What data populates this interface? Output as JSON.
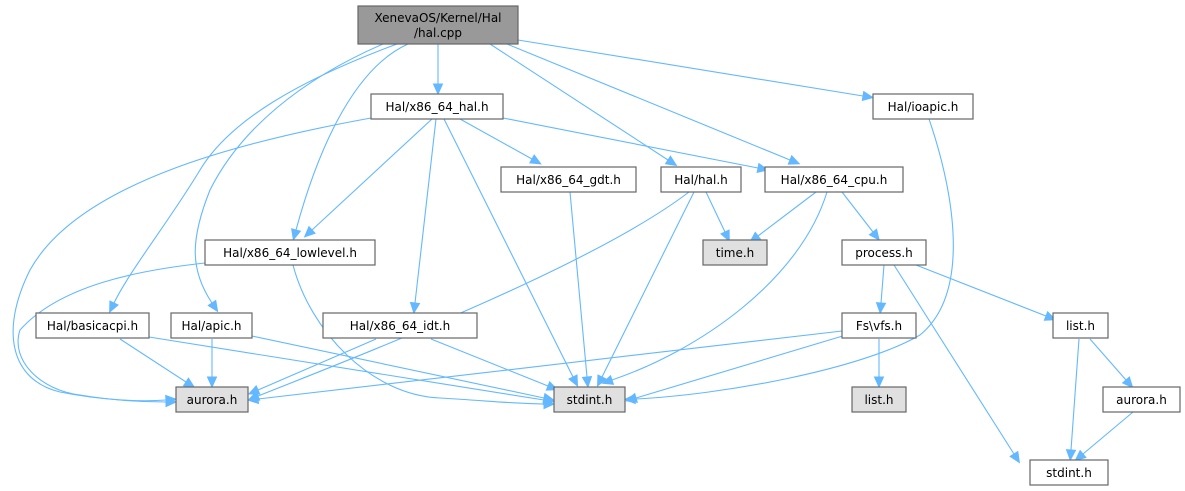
{
  "diagram": {
    "title": "Include dependency graph for XenevaOS/Kernel/Hal/hal.cpp",
    "colors": {
      "root_fill": "#999999",
      "node_fill": "#ffffff",
      "external_fill": "#e0e0e0",
      "border": "#666666",
      "edge": "#63b8ff"
    },
    "nodes": [
      {
        "id": "root",
        "lines": [
          "XenevaOS/Kernel/Hal",
          "/hal.cpp"
        ],
        "kind": "root"
      },
      {
        "id": "x86_64_hal",
        "lines": [
          "Hal/x86_64_hal.h"
        ],
        "kind": "normal"
      },
      {
        "id": "ioapic",
        "lines": [
          "Hal/ioapic.h"
        ],
        "kind": "normal"
      },
      {
        "id": "x86_64_gdt",
        "lines": [
          "Hal/x86_64_gdt.h"
        ],
        "kind": "normal"
      },
      {
        "id": "hal_h",
        "lines": [
          "Hal/hal.h"
        ],
        "kind": "normal"
      },
      {
        "id": "x86_64_cpu",
        "lines": [
          "Hal/x86_64_cpu.h"
        ],
        "kind": "normal"
      },
      {
        "id": "lowlevel",
        "lines": [
          "Hal/x86_64_lowlevel.h"
        ],
        "kind": "normal"
      },
      {
        "id": "time",
        "lines": [
          "time.h"
        ],
        "kind": "external"
      },
      {
        "id": "process",
        "lines": [
          "process.h"
        ],
        "kind": "normal"
      },
      {
        "id": "basicacpi",
        "lines": [
          "Hal/basicacpi.h"
        ],
        "kind": "normal"
      },
      {
        "id": "apic",
        "lines": [
          "Hal/apic.h"
        ],
        "kind": "normal"
      },
      {
        "id": "idt",
        "lines": [
          "Hal/x86_64_idt.h"
        ],
        "kind": "normal"
      },
      {
        "id": "vfs",
        "lines": [
          "Fs\\vfs.h"
        ],
        "kind": "normal"
      },
      {
        "id": "list_r",
        "lines": [
          "list.h"
        ],
        "kind": "normal"
      },
      {
        "id": "aurora_l",
        "lines": [
          "aurora.h"
        ],
        "kind": "external"
      },
      {
        "id": "stdint_m",
        "lines": [
          "stdint.h"
        ],
        "kind": "external"
      },
      {
        "id": "list_g",
        "lines": [
          "list.h"
        ],
        "kind": "external"
      },
      {
        "id": "aurora_r",
        "lines": [
          "aurora.h"
        ],
        "kind": "normal"
      },
      {
        "id": "stdint_b",
        "lines": [
          "stdint.h"
        ],
        "kind": "normal"
      }
    ],
    "edges": [
      {
        "from": "root",
        "to": "x86_64_hal"
      },
      {
        "from": "root",
        "to": "ioapic"
      },
      {
        "from": "root",
        "to": "hal_h"
      },
      {
        "from": "root",
        "to": "x86_64_cpu"
      },
      {
        "from": "root",
        "to": "lowlevel"
      },
      {
        "from": "root",
        "to": "basicacpi"
      },
      {
        "from": "root",
        "to": "apic"
      },
      {
        "from": "x86_64_hal",
        "to": "x86_64_gdt"
      },
      {
        "from": "x86_64_hal",
        "to": "x86_64_cpu"
      },
      {
        "from": "x86_64_hal",
        "to": "lowlevel"
      },
      {
        "from": "x86_64_hal",
        "to": "idt"
      },
      {
        "from": "x86_64_hal",
        "to": "stdint_m"
      },
      {
        "from": "x86_64_hal",
        "to": "aurora_l"
      },
      {
        "from": "ioapic",
        "to": "stdint_m"
      },
      {
        "from": "x86_64_gdt",
        "to": "stdint_m"
      },
      {
        "from": "hal_h",
        "to": "time"
      },
      {
        "from": "hal_h",
        "to": "stdint_m"
      },
      {
        "from": "hal_h",
        "to": "aurora_l"
      },
      {
        "from": "x86_64_cpu",
        "to": "time"
      },
      {
        "from": "x86_64_cpu",
        "to": "process"
      },
      {
        "from": "x86_64_cpu",
        "to": "stdint_m"
      },
      {
        "from": "lowlevel",
        "to": "aurora_l"
      },
      {
        "from": "lowlevel",
        "to": "stdint_m"
      },
      {
        "from": "process",
        "to": "vfs"
      },
      {
        "from": "process",
        "to": "list_r"
      },
      {
        "from": "process",
        "to": "stdint_b"
      },
      {
        "from": "basicacpi",
        "to": "aurora_l"
      },
      {
        "from": "basicacpi",
        "to": "stdint_m"
      },
      {
        "from": "apic",
        "to": "aurora_l"
      },
      {
        "from": "apic",
        "to": "stdint_m"
      },
      {
        "from": "idt",
        "to": "aurora_l"
      },
      {
        "from": "idt",
        "to": "stdint_m"
      },
      {
        "from": "vfs",
        "to": "list_g"
      },
      {
        "from": "vfs",
        "to": "stdint_m"
      },
      {
        "from": "vfs",
        "to": "aurora_l"
      },
      {
        "from": "list_r",
        "to": "aurora_r"
      },
      {
        "from": "list_r",
        "to": "stdint_b"
      },
      {
        "from": "aurora_r",
        "to": "stdint_b"
      }
    ]
  }
}
